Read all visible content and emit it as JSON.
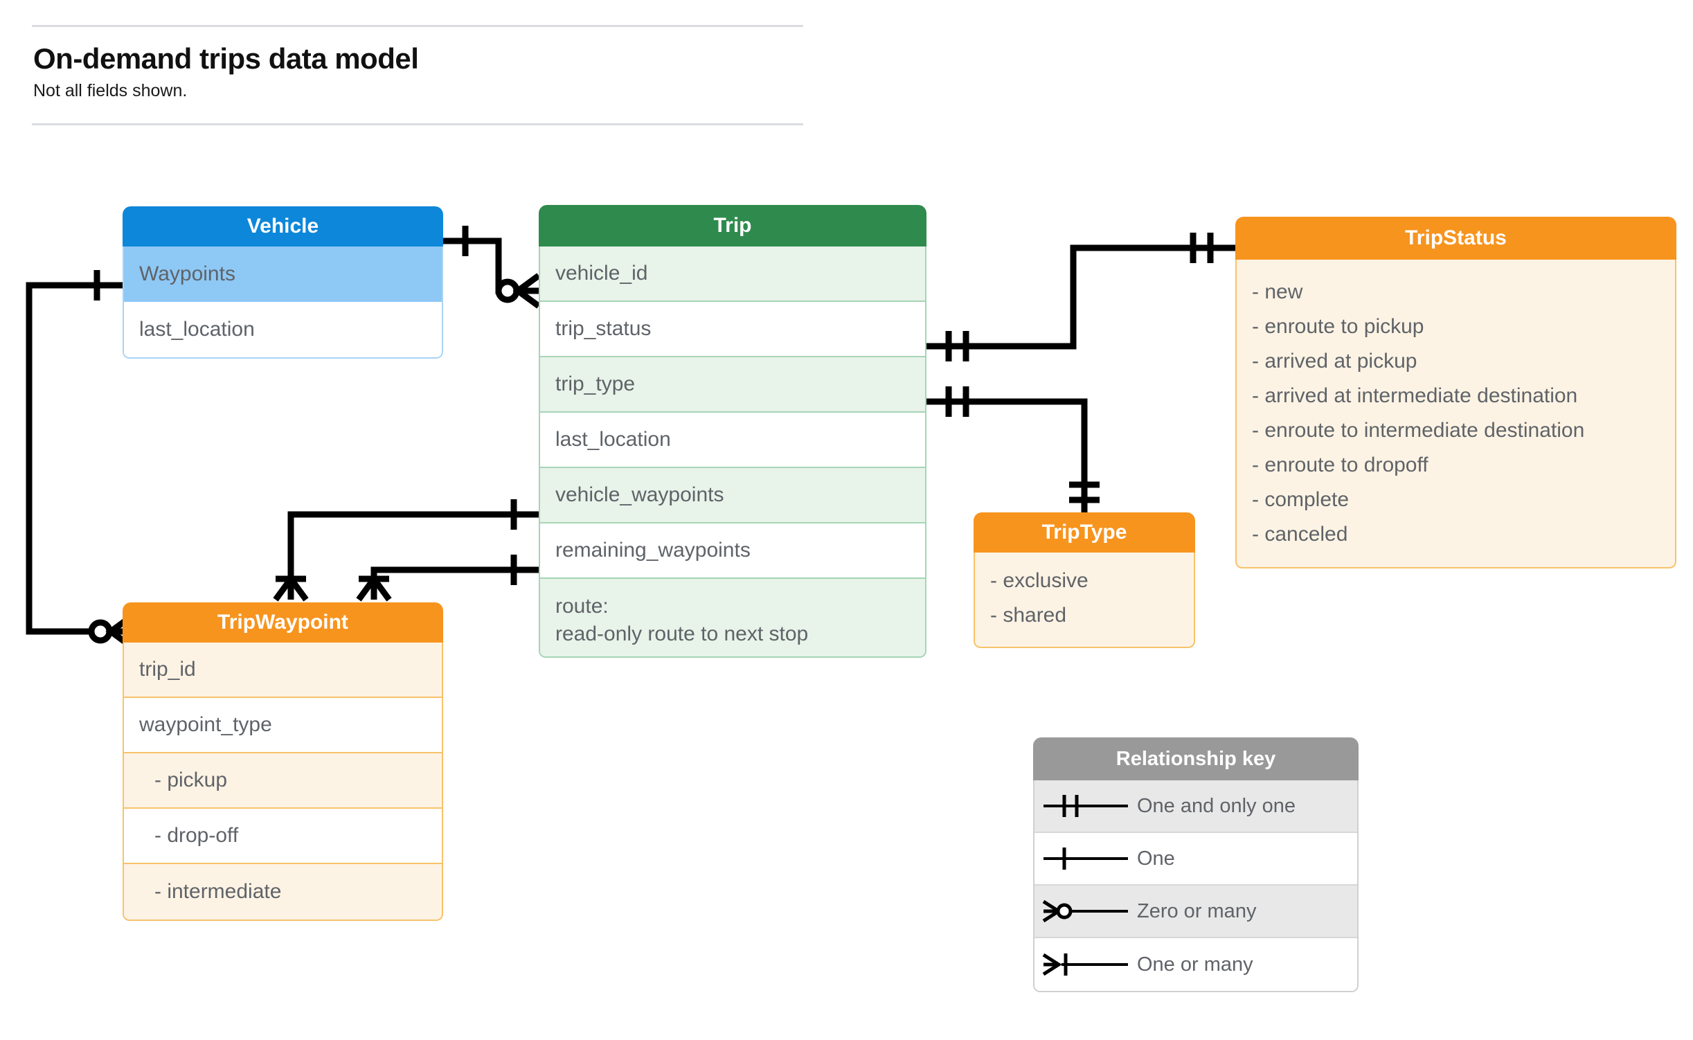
{
  "header": {
    "title": "On-demand trips data model",
    "subtitle": "Not all fields shown."
  },
  "entities": {
    "vehicle": {
      "name": "Vehicle",
      "header_color": "#0d87d9",
      "rows": [
        {
          "label": "Waypoints"
        },
        {
          "label": "last_location"
        }
      ]
    },
    "trip": {
      "name": "Trip",
      "header_color": "#2f8b4d",
      "rows": [
        {
          "label": "vehicle_id"
        },
        {
          "label": "trip_status"
        },
        {
          "label": "trip_type"
        },
        {
          "label": "last_location"
        },
        {
          "label": "vehicle_waypoints"
        },
        {
          "label": "remaining_waypoints"
        },
        {
          "label": "route:",
          "label2": "read-only route to next stop"
        }
      ]
    },
    "tripstatus": {
      "name": "TripStatus",
      "header_color": "#f7941e",
      "rows": [
        {
          "label": "- new"
        },
        {
          "label": "- enroute to pickup"
        },
        {
          "label": "- arrived at pickup"
        },
        {
          "label": "- arrived at intermediate destination"
        },
        {
          "label": "- enroute to intermediate destination"
        },
        {
          "label": "- enroute to dropoff"
        },
        {
          "label": "- complete"
        },
        {
          "label": "- canceled"
        }
      ]
    },
    "triptype": {
      "name": "TripType",
      "header_color": "#f7941e",
      "rows": [
        {
          "label": "- exclusive"
        },
        {
          "label": "- shared"
        }
      ]
    },
    "tripwaypoint": {
      "name": "TripWaypoint",
      "header_color": "#f7941e",
      "rows": [
        {
          "label": "trip_id"
        },
        {
          "label": "waypoint_type"
        },
        {
          "label": "-  pickup"
        },
        {
          "label": "-  drop-off"
        },
        {
          "label": "-  intermediate"
        }
      ]
    }
  },
  "legend": {
    "title": "Relationship key",
    "rows": [
      {
        "symbol": "one-and-only-one-icon",
        "label": "One and only one"
      },
      {
        "symbol": "one-icon",
        "label": "One"
      },
      {
        "symbol": "zero-or-many-icon",
        "label": "Zero or many"
      },
      {
        "symbol": "one-or-many-icon",
        "label": "One or many"
      }
    ]
  },
  "relationships": [
    {
      "from": "Vehicle",
      "to": "Trip.vehicle_id",
      "from_card": "One",
      "to_card": "Zero or many"
    },
    {
      "from": "Vehicle.Waypoints",
      "to": "TripWaypoint",
      "from_card": "One",
      "to_card": "Zero or many"
    },
    {
      "from": "Trip.trip_status",
      "to": "TripStatus",
      "from_card": "One and only one",
      "to_card": "One and only one"
    },
    {
      "from": "Trip.trip_type",
      "to": "TripType",
      "from_card": "One and only one",
      "to_card": "One and only one"
    },
    {
      "from": "Trip.vehicle_waypoints",
      "to": "TripWaypoint",
      "from_card": "One",
      "to_card": "One or many"
    },
    {
      "from": "Trip.remaining_waypoints",
      "to": "TripWaypoint",
      "from_card": "One",
      "to_card": "One or many"
    }
  ],
  "colors": {
    "blue": "#0d87d9",
    "light_blue": "#8ec8f5",
    "green": "#2f8b4d",
    "light_green": "#e8f3ea",
    "orange": "#f7941e",
    "cream": "#fdf3e4",
    "gray": "#999999",
    "line": "#000000"
  }
}
